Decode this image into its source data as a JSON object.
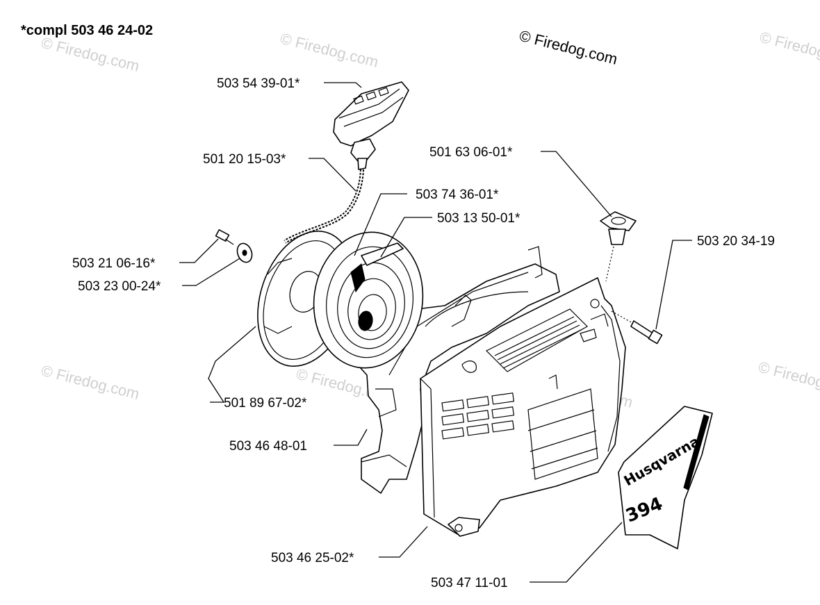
{
  "title": "*compl 503 46 24-02",
  "watermark": "© Firedog.com",
  "decal": {
    "brand": "Husqvarna",
    "model": "394"
  },
  "labels": {
    "handle": "503 54 39-01*",
    "rope": "501 20 15-03*",
    "spring_cassette": "503 74 36-01*",
    "pawl": "503 13 50-01*",
    "screw": "503 21 06-16*",
    "washer": "503 23 00-24*",
    "pulley": "501 89 67-02*",
    "bracket": "503 46 48-01",
    "cover": "503 46 25-02*",
    "rope_guide": "501 63 06-01*",
    "cover_screw": "503 20 34-19",
    "decal_part": "503 47 11-01"
  }
}
